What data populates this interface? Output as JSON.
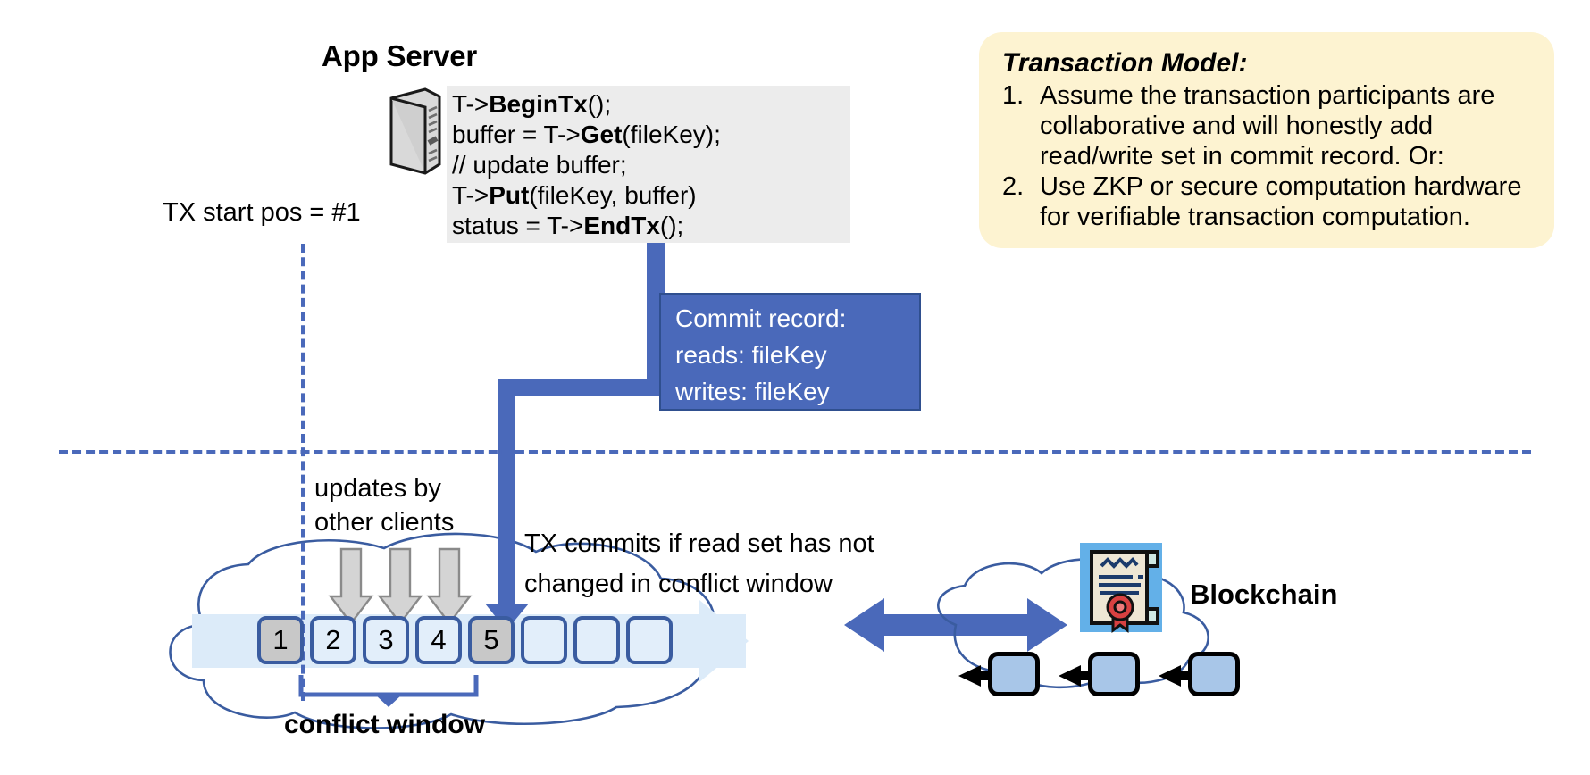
{
  "app_server": {
    "title": "App Server",
    "icon": "server-icon",
    "code_lines": [
      [
        {
          "t": "T->",
          "b": false
        },
        {
          "t": "BeginTx",
          "b": true
        },
        {
          "t": "();",
          "b": false
        }
      ],
      [
        {
          "t": "buffer = T->",
          "b": false
        },
        {
          "t": "Get",
          "b": true
        },
        {
          "t": "(fileKey);",
          "b": false
        }
      ],
      [
        {
          "t": "// update buffer;",
          "b": false
        }
      ],
      [
        {
          "t": "T->",
          "b": false
        },
        {
          "t": "Put",
          "b": true
        },
        {
          "t": "(fileKey, buffer)",
          "b": false
        }
      ],
      [
        {
          "t": "status = T->",
          "b": false
        },
        {
          "t": "EndTx",
          "b": true
        },
        {
          "t": "();",
          "b": false
        }
      ]
    ]
  },
  "tx_start_pos": "TX start pos = #1",
  "transaction_model": {
    "title": "Transaction Model:",
    "items": [
      {
        "num": "1.",
        "text": "Assume the transaction participants are collaborative and will honestly add read/write set in commit record.  Or:"
      },
      {
        "num": "2.",
        "text": "Use ZKP or secure computation hardware for verifiable transaction computation."
      }
    ]
  },
  "commit_record": {
    "lines": [
      "Commit record:",
      "reads: fileKey",
      "writes: fileKey"
    ]
  },
  "labels": {
    "updates": "updates by\nother clients",
    "tx_commits": "TX commits if read set has not\nchanged in conflict window",
    "conflict_window": "conflict window",
    "blockchain": "Blockchain"
  },
  "ledger": {
    "blocks": [
      {
        "label": "1",
        "state": "filled"
      },
      {
        "label": "2",
        "state": "empty"
      },
      {
        "label": "3",
        "state": "empty"
      },
      {
        "label": "4",
        "state": "empty"
      },
      {
        "label": "5",
        "state": "filled"
      },
      {
        "label": "",
        "state": "empty"
      },
      {
        "label": "",
        "state": "empty"
      },
      {
        "label": "",
        "state": "empty"
      }
    ],
    "update_arrow_count": 3,
    "commit_arrow_target_index": 4
  },
  "blockchain": {
    "block_count": 3,
    "certificate_icon": "certificate-icon"
  },
  "colors": {
    "accent_blue": "#4a69ba",
    "callout_yellow": "#fdf3d1",
    "code_bg": "#ececec",
    "ledger_border": "#3a5ca0",
    "ledger_fill_light": "#e2eefa",
    "ledger_fill_grey": "#c8c8c8",
    "cloud_stroke": "#3a5ca0",
    "bc_block_fill": "#a8c6e8",
    "cert_bg": "#63b0e8",
    "seal_red": "#d94141"
  }
}
